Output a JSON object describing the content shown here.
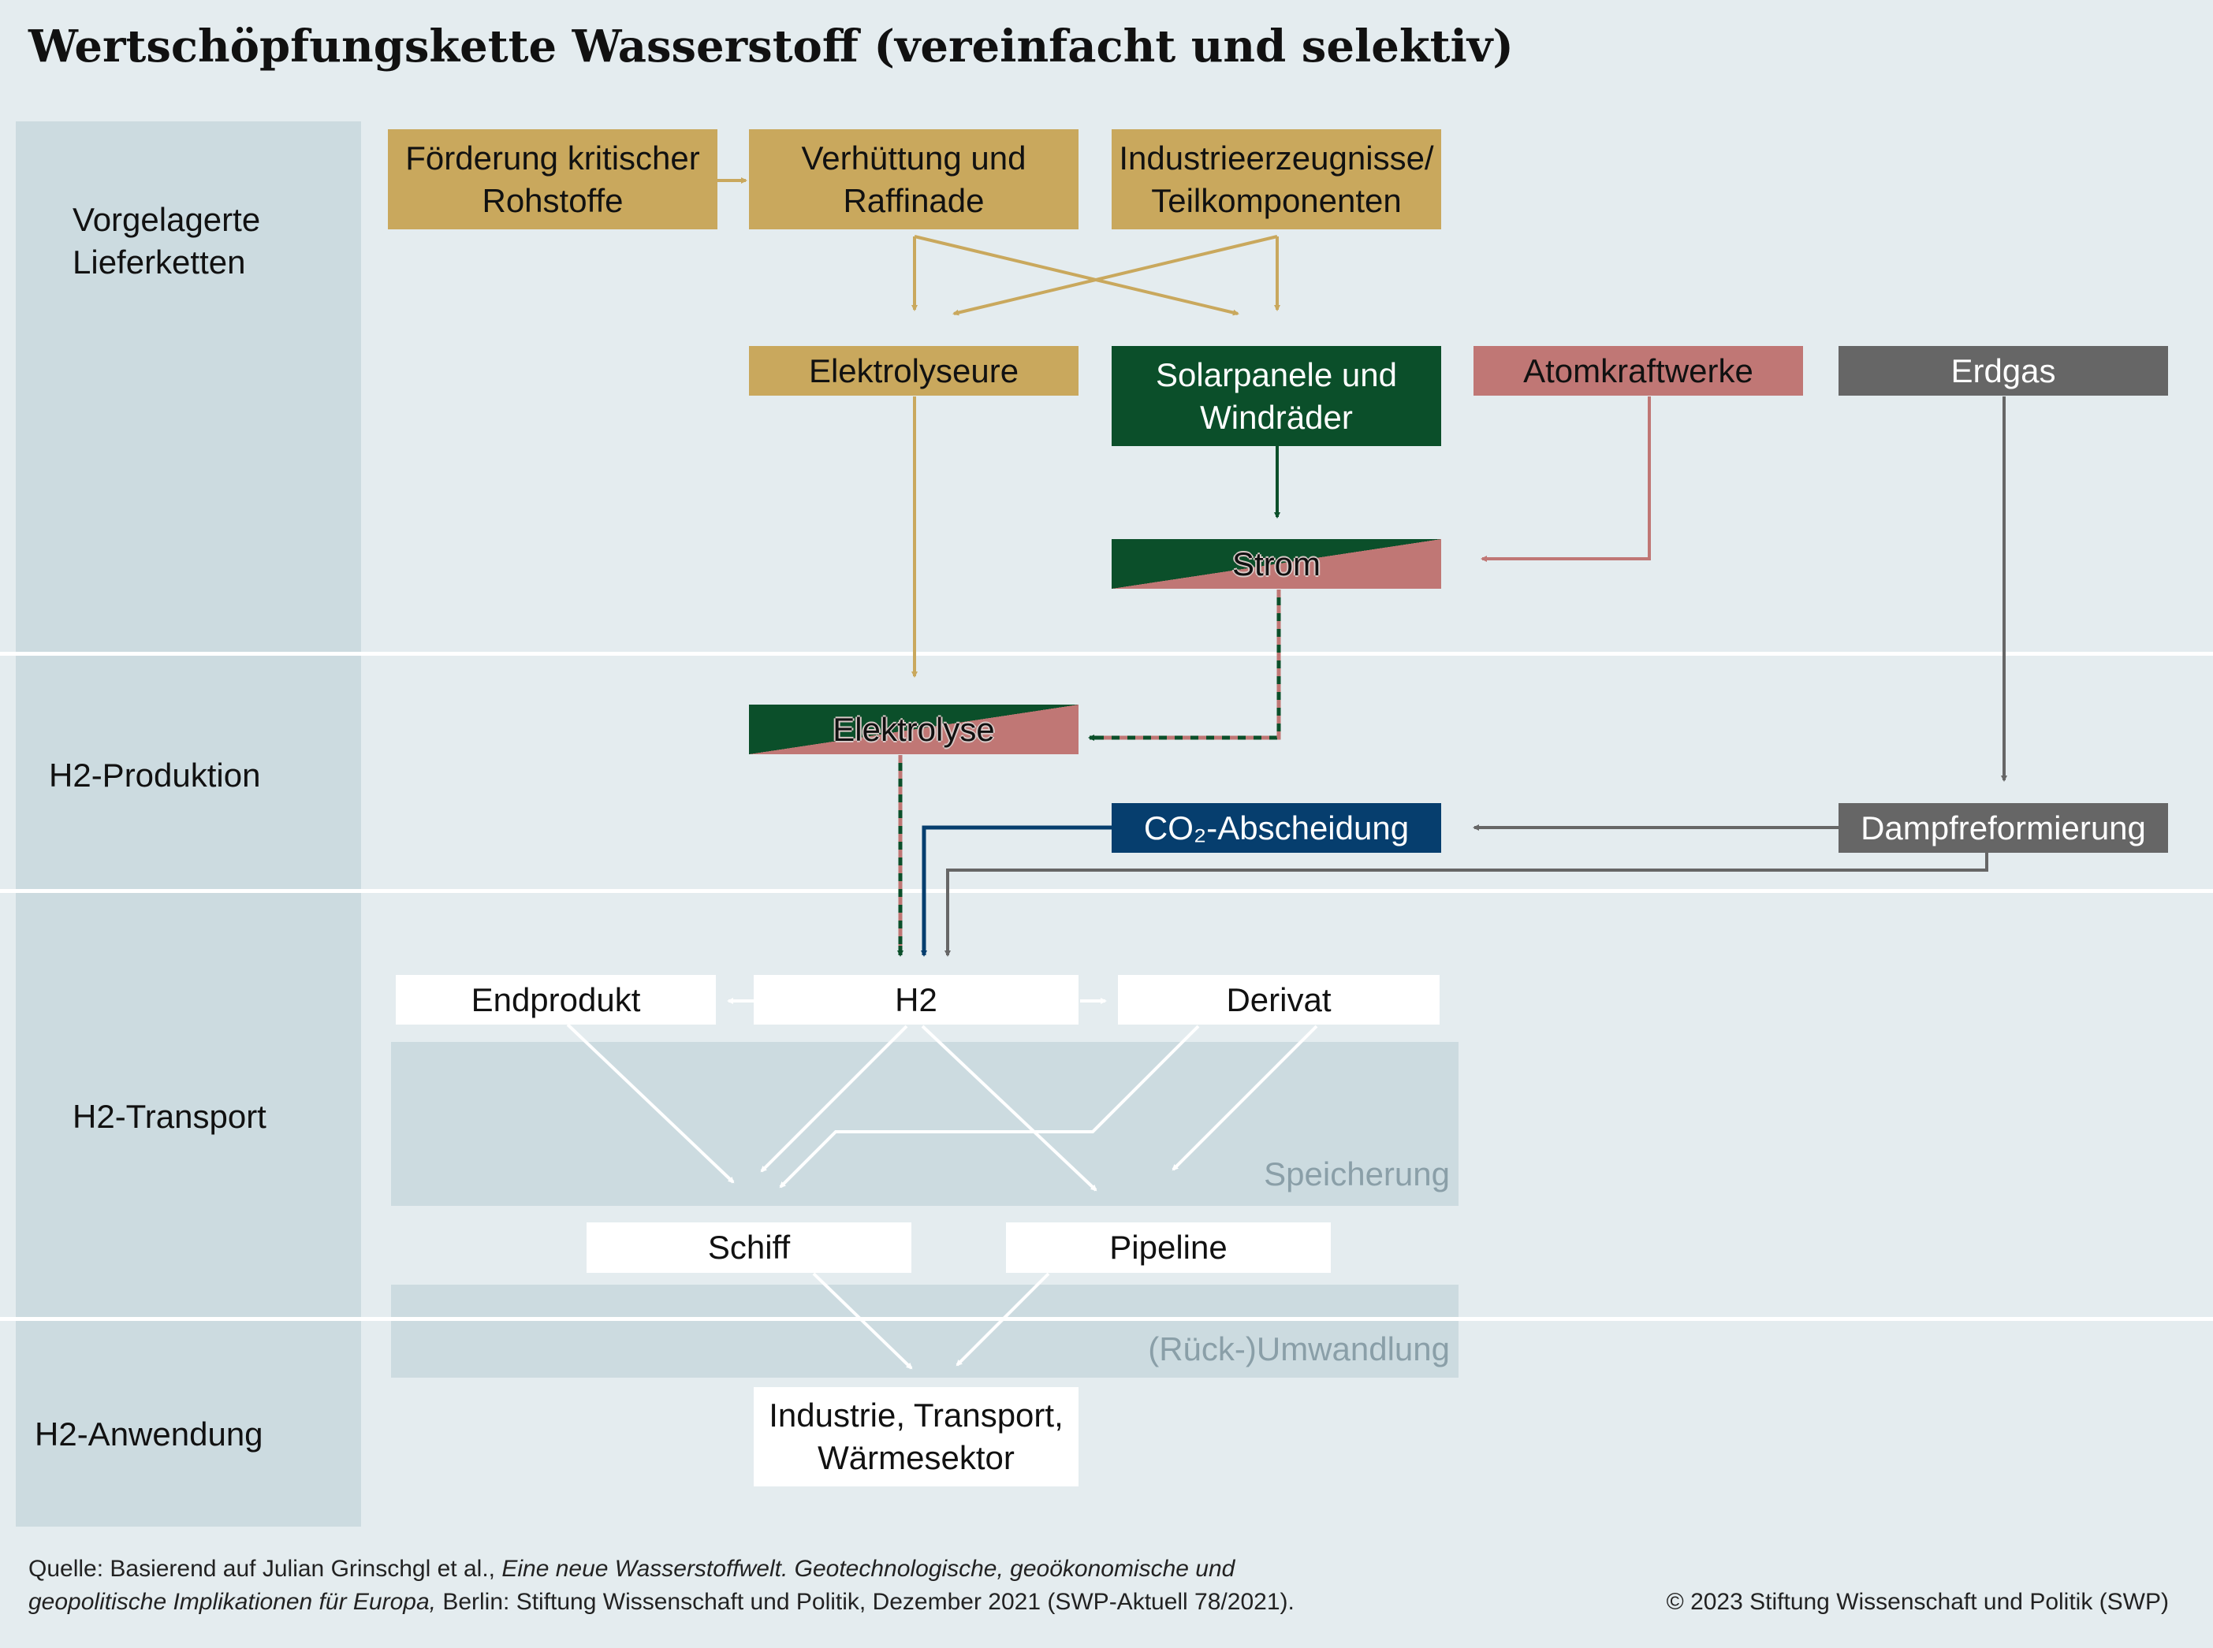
{
  "title": "Wertschöpfungskette Wasserstoff (vereinfacht und selektiv)",
  "lanes": {
    "upstream": "Vorgelagerte\nLieferketten",
    "production": "H2-Produktion",
    "transport": "H2-Transport",
    "application": "H2-Anwendung"
  },
  "nodes": {
    "foerderung": "Förderung kritischer\nRohstoffe",
    "verhuettung": "Verhüttung und\nRaffinade",
    "industrieerzeugnisse": "Industrieerzeugnisse/\nTeilkomponenten",
    "elektrolyseure": "Elektrolyseure",
    "solar_wind": "Solarpanele und\nWindräder",
    "atomkraftwerke": "Atomkraftwerke",
    "erdgas": "Erdgas",
    "strom": "Strom",
    "elektrolyse": "Elektrolyse",
    "co2": "CO₂-Abscheidung",
    "dampfreformierung": "Dampfreformierung",
    "endprodukt": "Endprodukt",
    "h2": "H2",
    "derivat": "Derivat",
    "schiff": "Schiff",
    "pipeline": "Pipeline",
    "anwendung": "Industrie, Transport,\nWärmesektor"
  },
  "zones": {
    "speicherung": "Speicherung",
    "umwandlung": "(Rück-)Umwandlung"
  },
  "footer": {
    "source_prefix": "Quelle: Basierend auf Julian Grinschgl et al.,",
    "source_title": "Eine neue Wasserstoffwelt. Geotechnologische, geoökonomische und geopolitische Implikationen für Europa,",
    "source_suffix": "Berlin: Stiftung Wissenschaft und Politik, Dezember 2021 (SWP-Aktuell 78/2021).",
    "copyright": "© 2023 Stiftung Wissenschaft und Politik (SWP)"
  },
  "colors": {
    "gold": "#c9a85d",
    "green": "#0b4f2a",
    "rose": "#c07775",
    "gray": "#666666",
    "navy": "#063e6e",
    "lane": "#ccdbe0",
    "background": "#e4ecef"
  }
}
